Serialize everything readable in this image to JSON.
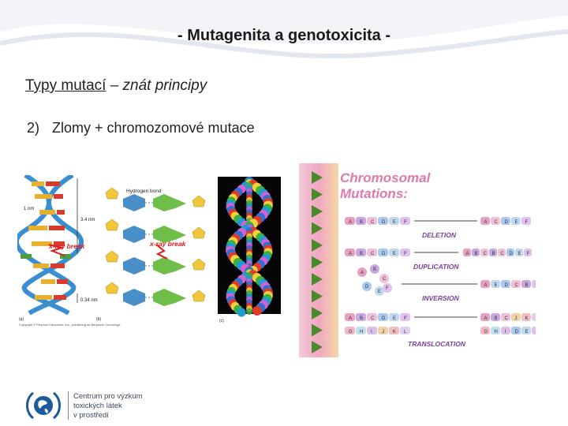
{
  "slide": {
    "title": "- Mutagenita a genotoxicita -",
    "subtitle": {
      "underlined": "Typy mutací",
      "dash": " – ",
      "italic": "znát principy"
    },
    "list_item": {
      "number": "2)",
      "text": "Zlomy + chromozomové mutace"
    }
  },
  "dna_figure": {
    "labels": {
      "nm1": "1 nm",
      "nm34": "3.4 nm",
      "nm034": "0.34 nm",
      "hydrogen_bond": "Hydrogen bond",
      "xray1": "x-ray break",
      "xray2": "x-ray break",
      "panel_a": "(a)",
      "panel_b": "(b)",
      "panel_c": "(c)"
    },
    "copyright": "Copyright © Pearson Education, Inc., publishing as Benjamin Cummings."
  },
  "chromosome_figure": {
    "title_line1": "Chromosomal",
    "title_line2": "Mutations:",
    "rows": [
      {
        "label": "DELETION",
        "before": [
          "A",
          "B",
          "C",
          "D",
          "E",
          "F"
        ],
        "after": [
          "A",
          "C",
          "D",
          "E",
          "F"
        ]
      },
      {
        "label": "DUPLICATION",
        "before": [
          "A",
          "B",
          "C",
          "D",
          "E",
          "F"
        ],
        "after": [
          "A",
          "B",
          "C",
          "B",
          "C",
          "D",
          "E",
          "F"
        ]
      },
      {
        "label": "INVERSION",
        "before": [
          "A",
          "B",
          "C",
          "D",
          "E",
          "F"
        ],
        "after": [
          "A",
          "E",
          "D",
          "C",
          "B",
          "F"
        ]
      },
      {
        "label": "TRANSLOCATION",
        "before": [
          "A",
          "B",
          "C",
          "D",
          "E",
          "F"
        ],
        "after": [
          "A",
          "B",
          "C",
          "J",
          "K",
          "L"
        ]
      }
    ],
    "translocation_second": {
      "before": [
        "G",
        "H",
        "I",
        "J",
        "K",
        "L"
      ],
      "after": [
        "G",
        "H",
        "I",
        "D",
        "E",
        "F"
      ]
    }
  },
  "logo": {
    "line1": "Centrum pro výzkum",
    "line2": "toxických látek",
    "line3": "v prostředí"
  },
  "colors": {
    "accent_pink": "#e07aa8",
    "purple": "#7a3f9e",
    "arrow_green": "#4a8a2a",
    "logo_blue": "#1e5a9a"
  }
}
